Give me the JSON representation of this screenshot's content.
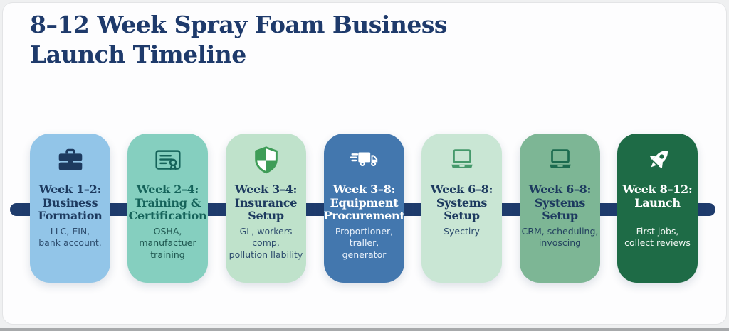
{
  "header": {
    "title": "8–12 Week Spray Foam Business\nLaunch Timeline"
  },
  "colors": {
    "header_title": "#1e3a6b",
    "timeline_line": "#1f3c6d",
    "panel_background": "#fdfdfe"
  },
  "timeline": {
    "cards": [
      {
        "name": "week-1-2-business-formation",
        "icon": "briefcase-icon",
        "bg": "#92c5e8",
        "icon_color": "#1d3a5f",
        "title_color": "#1d3a5f",
        "subtitle_color": "#2e4d6e",
        "title": "Week 1–2:\nBusiness\nFormation",
        "subtitle": "LLC, EIN,\nbank account."
      },
      {
        "name": "week-2-4-training-certification",
        "icon": "certificate-icon",
        "bg": "#85cfbf",
        "icon_color": "#15635a",
        "title_color": "#15635a",
        "subtitle_color": "#1e564f",
        "title": "Week 2–4:\nTraining &\nCertification",
        "subtitle": "OSHA, manufactuer\ntraining"
      },
      {
        "name": "week-3-4-insurance-setup",
        "icon": "shield-icon",
        "bg": "#bfe2cb",
        "icon_color": "#3e9c57",
        "title_color": "#1d3a5f",
        "subtitle_color": "#2e4d6e",
        "title": "Week 3–4:\nInsurance\nSetup",
        "subtitle": "GL, workers comp,\npollution llability"
      },
      {
        "name": "week-3-8-equipment-procurement",
        "icon": "truck-icon",
        "bg": "#4377ae",
        "icon_color": "#ffffff",
        "title_color": "#ffffff",
        "subtitle_color": "#e9f1fb",
        "title": "Week 3–8:\nEquipment\nProcurement",
        "subtitle": "Proportioner,\ntraller,\ngenerator"
      },
      {
        "name": "week-6-8-systems-setup-a",
        "icon": "laptop-icon",
        "bg": "#c9e6d4",
        "icon_color": "#45996b",
        "title_color": "#1d3a5f",
        "subtitle_color": "#2e4d6e",
        "title": "Week 6–8:\nSystems\nSetup",
        "subtitle": "Syectiry"
      },
      {
        "name": "week-6-8-systems-setup-b",
        "icon": "laptop-icon",
        "bg": "#7db695",
        "icon_color": "#1b6a4f",
        "title_color": "#1d3a5f",
        "subtitle_color": "#23425f",
        "title": "Week 6–8:\nSystems\nSetup",
        "subtitle": "CRM, scheduling,\ninvoscing"
      },
      {
        "name": "week-8-12-launch",
        "icon": "rocket-icon",
        "bg": "#1e6b46",
        "icon_color": "#ffffff",
        "title_color": "#ffffff",
        "subtitle_color": "#f1f7f3",
        "title": "Week 8–12:\nLaunch",
        "subtitle": "First jobs,\ncollect reviews"
      }
    ]
  }
}
